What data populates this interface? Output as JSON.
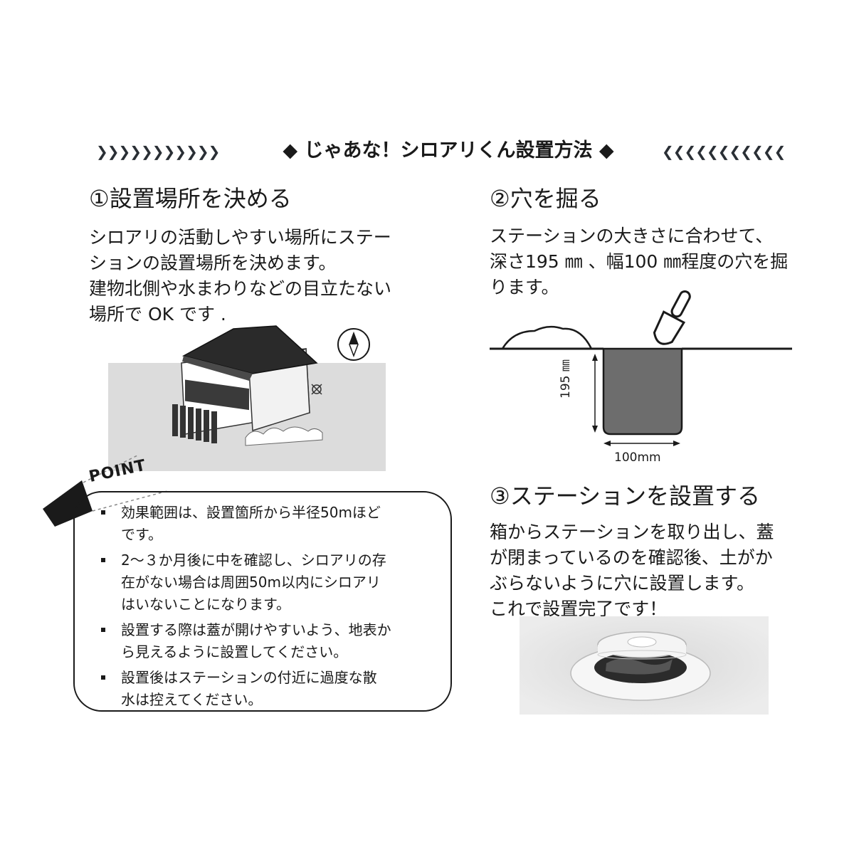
{
  "header": {
    "left_arrows": "❯❯❯❯❯❯❯❯❯❯❯",
    "right_arrows": "❮❮❮❮❮❮❮❮❮❮❮",
    "title": "◆ じゃあな！シロアリくん設置方法 ◆"
  },
  "step1": {
    "heading": "①設置場所を決める",
    "body": "シロアリの活動しやすい場所にステー\nションの設置場所を決めます。\n建物北側や水まわりなどの目立たない\n場所で OK です ."
  },
  "step2": {
    "heading": "②穴を掘る",
    "body": "ステーションの大きさに合わせて、\n深さ195 ㎜ 、幅100 ㎜程度の穴を掘\nります。",
    "depth_label": "195 ㎜",
    "width_label": "100mm"
  },
  "step3": {
    "heading": "③ステーションを設置する",
    "body": "箱からステーションを取り出し、蓋\nが閉まっているのを確認後、土がか\nぶらないように穴に設置します。\nこれで設置完了です！"
  },
  "point": {
    "label": "POINT",
    "items": [
      "効果範囲は、設置箇所から半径50mほど\nです。",
      "2～３か月後に中を確認し、シロアリの存\n在がない場合は周囲50m以内にシロアリ\nはいないことになります。",
      "設置する際は蓋が開けやすいよう、地表か\nら見えるように設置してください。",
      "設置後はステーションの付近に過度な散\n水は控えてください。"
    ]
  },
  "colors": {
    "text": "#1a1a1a",
    "arrow": "#2a2f35",
    "ground": "#dcdcdc",
    "hole": "#6d6d6d"
  }
}
